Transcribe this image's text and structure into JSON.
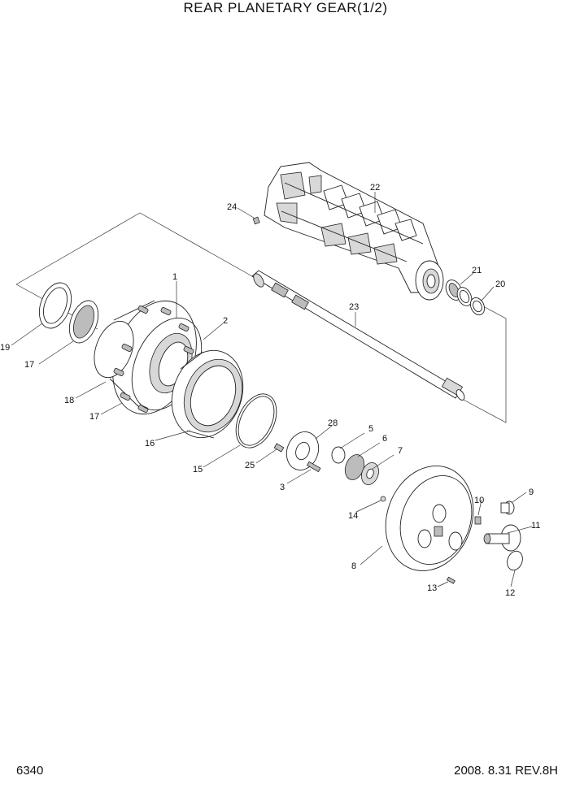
{
  "title": "REAR PLANETARY GEAR(1/2)",
  "page_number": "6340",
  "revision": "2008. 8.31  REV.8H",
  "callouts": {
    "c1": "1",
    "c2": "2",
    "c3": "3",
    "c5": "5",
    "c6": "6",
    "c7": "7",
    "c8": "8",
    "c9": "9",
    "c10": "10",
    "c11": "11",
    "c12": "12",
    "c13": "13",
    "c14": "14",
    "c15": "15",
    "c16": "16",
    "c17a": "17",
    "c17b": "17",
    "c18": "18",
    "c19": "19",
    "c20": "20",
    "c21": "21",
    "c22": "22",
    "c23": "23",
    "c24": "24",
    "c25": "25",
    "c28": "28"
  }
}
